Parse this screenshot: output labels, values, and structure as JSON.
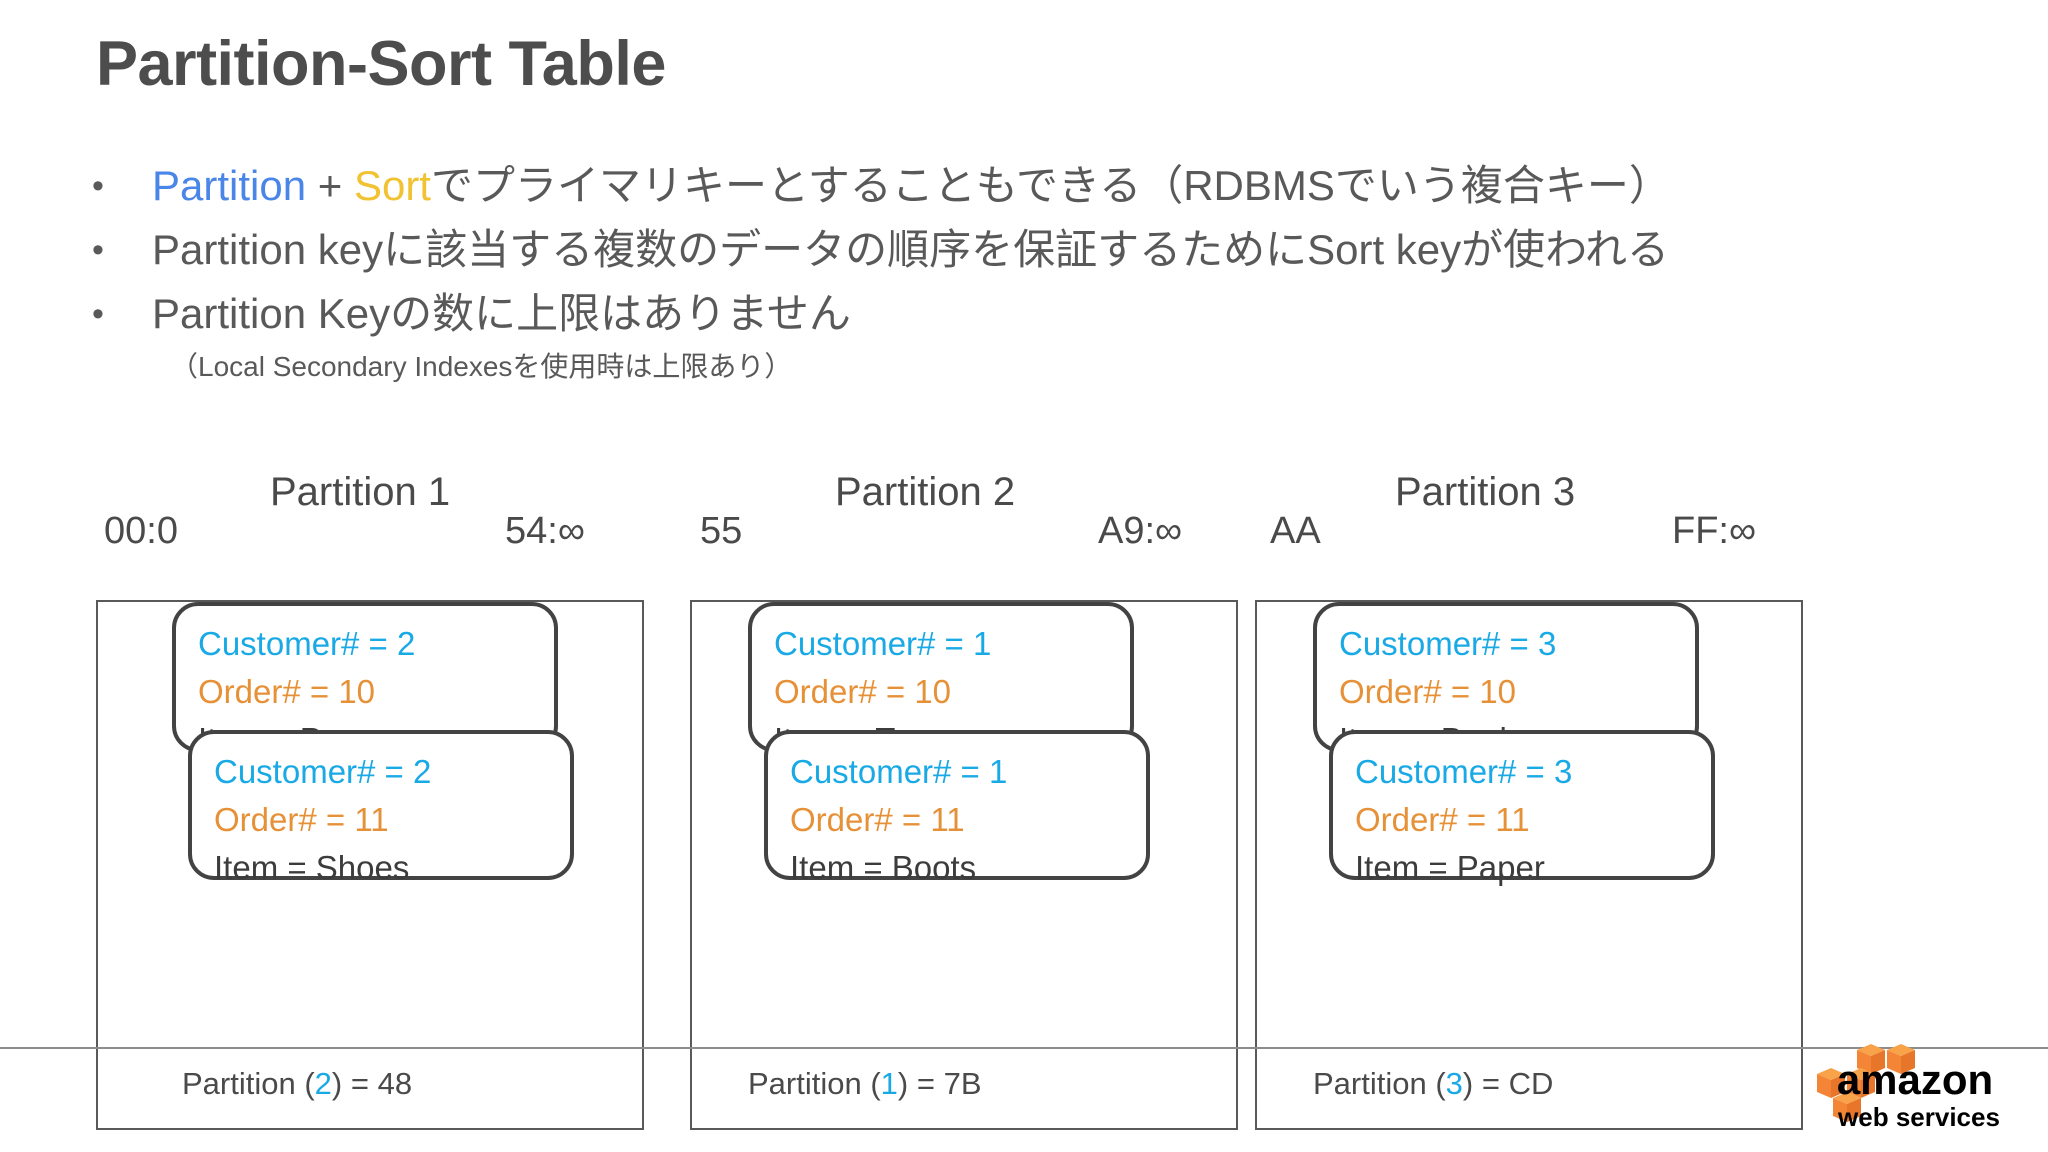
{
  "slide": {
    "title": "Partition-Sort Table",
    "bullets": [
      {
        "marker": "•",
        "segments": [
          {
            "text": "Partition",
            "color": "#4a86e8"
          },
          {
            "text": " + ",
            "color": "#595959"
          },
          {
            "text": "Sort",
            "color": "#f1c232"
          },
          {
            "text": "でプライマリキーとすることもできる（RDBMSでいう複合キー）",
            "color": "#595959"
          }
        ],
        "plain": "Partition + Sortでプライマリキーとすることもできる（RDBMSでいう複合キー）"
      },
      {
        "marker": "•",
        "plain": "Partition keyに該当する複数のデータの順序を保証するためにSort keyが使われる"
      },
      {
        "marker": "•",
        "plain": "Partition Keyの数に上限はありません",
        "subnote": "（Local Secondary Indexesを使用時は上限あり）"
      }
    ]
  },
  "diagram": {
    "partitions": [
      {
        "title": "Partition 1",
        "range_start": "00:0",
        "range_end": "54:∞",
        "footer_prefix": "Partition (",
        "footer_key": "2",
        "footer_suffix": ") =  48",
        "cards": [
          {
            "customer": "Customer# = 2",
            "order": "Order# = 10",
            "item": "Item = Pen"
          },
          {
            "customer": "Customer# = 2",
            "order": "Order# = 11",
            "item": "Item = Shoes"
          }
        ]
      },
      {
        "title": "Partition 2",
        "range_start": "55",
        "range_end": "A9:∞",
        "footer_prefix": "Partition (",
        "footer_key": "1",
        "footer_suffix": ") =  7B",
        "cards": [
          {
            "customer": "Customer# = 1",
            "order": "Order# = 10",
            "item": "Item = Toy"
          },
          {
            "customer": "Customer# = 1",
            "order": "Order# = 11",
            "item": "Item = Boots"
          }
        ]
      },
      {
        "title": "Partition 3",
        "range_start": "AA",
        "range_end": "FF:∞",
        "footer_prefix": "Partition (",
        "footer_key": "3",
        "footer_suffix": ") =  CD",
        "cards": [
          {
            "customer": "Customer# = 3",
            "order": "Order# = 10",
            "item": "Item = Book"
          },
          {
            "customer": "Customer# = 3",
            "order": "Order# = 11",
            "item": "Item = Paper"
          }
        ]
      }
    ]
  },
  "logo": {
    "name": "aws-logo",
    "wordmark": "amazon",
    "tagline": "web services",
    "cube_color": "#f58536",
    "text_color": "#000000"
  },
  "colors": {
    "customer_blue": "#19a9e5",
    "order_orange": "#e69138",
    "item_gray": "#3c3c3c",
    "body_gray": "#595959",
    "title_gray": "#4d4d4d",
    "accent_blue": "#4a86e8",
    "accent_yellow": "#f1c232"
  }
}
